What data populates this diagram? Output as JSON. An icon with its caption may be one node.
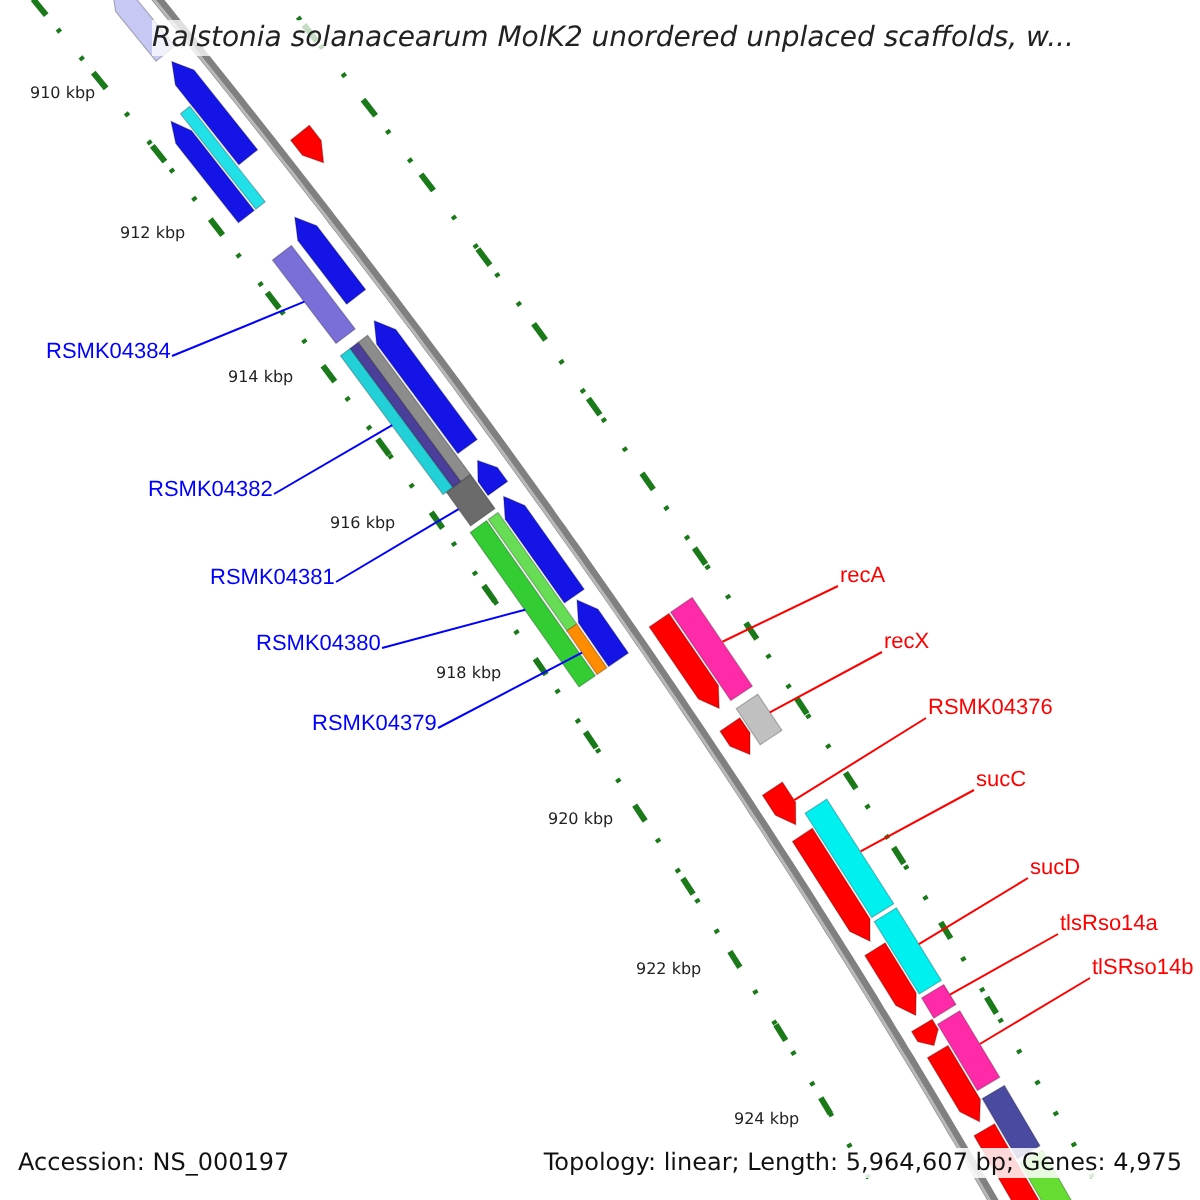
{
  "diagram": {
    "title": "Ralstonia solanacearum MolK2 unordered unplaced scaffolds, w...",
    "nodes": [
      {
        "text": [
          "RSMK04384"
        ]
      },
      {
        "text": [
          "RSMK04382"
        ]
      },
      {
        "text": [
          "RSMK04381"
        ]
      },
      {
        "text": [
          "RSMK04380"
        ]
      },
      {
        "text": [
          "RSMK04379"
        ]
      },
      {
        "text": [
          "recA"
        ]
      },
      {
        "text": [
          "recX"
        ]
      },
      {
        "text": [
          "RSMK04376"
        ]
      },
      {
        "text": [
          "sucC"
        ]
      },
      {
        "text": [
          "sucD"
        ]
      },
      {
        "text": [
          "tlsRso14a"
        ]
      },
      {
        "text": [
          "tlSRso14b"
        ]
      },
      {
        "text": [],
        "shape": "bar"
      },
      {
        "text": [],
        "shape": "bar"
      },
      {
        "text": [],
        "shape": "bar"
      },
      {
        "text": [],
        "shape": "bar"
      },
      {
        "text": [],
        "shape": "bar"
      },
      {
        "text": [],
        "shape": "bar"
      },
      {
        "text": [],
        "shape": "bar"
      },
      {
        "text": [],
        "shape": "bar"
      },
      {
        "text": [],
        "shape": "bar"
      },
      {
        "text": [],
        "shape": "bar"
      },
      {
        "text": [],
        "shape": "bar"
      },
      {
        "text": [],
        "shape": "bar"
      },
      {
        "text": [],
        "shape": "bar"
      },
      {
        "text": [],
        "shape": "bar"
      },
      {
        "text": [],
        "shape": "bar"
      },
      {
        "text": [],
        "shape": "bar"
      },
      {
        "text": [],
        "shape": "bar"
      },
      {
        "text": [],
        "shape": "bar"
      },
      {
        "text": [],
        "shape": "bar"
      },
      {
        "text": [],
        "shape": "bar"
      },
      {
        "text": [],
        "shape": "bar"
      },
      {
        "text": [],
        "shape": "bar"
      },
      {
        "text": [],
        "shape": "bar"
      },
      {
        "text": [],
        "shape": "bar"
      },
      {
        "text": [],
        "shape": "bar"
      },
      {
        "text": [],
        "shape": "bar"
      },
      {
        "text": [],
        "shape": "bar"
      },
      {
        "text": [],
        "shape": "bar"
      },
      {
        "text": [],
        "shape": "bar"
      },
      {
        "text": [],
        "shape": "bar"
      },
      {
        "text": [],
        "shape": "bar"
      },
      {
        "text": [],
        "shape": "bar"
      },
      {
        "text": [],
        "shape": "bar"
      },
      {
        "text": [],
        "shape": "bar"
      }
    ],
    "edges": [
      {
        "from": 0,
        "to": 18,
        "arrow": "none",
        "color": "#0000ff"
      },
      {
        "from": 1,
        "to": 22,
        "arrow": "none",
        "color": "#0000ff"
      },
      {
        "from": 2,
        "to": 24,
        "arrow": "none",
        "color": "#0000ff"
      },
      {
        "from": 3,
        "to": 27,
        "arrow": "none",
        "color": "#0000ff"
      },
      {
        "from": 4,
        "to": 29,
        "arrow": "none",
        "color": "#0000ff"
      },
      {
        "from": 5,
        "to": 31,
        "arrow": "none"
      },
      {
        "from": 6,
        "to": 32,
        "arrow": "none"
      },
      {
        "from": 7,
        "to": 34,
        "arrow": "none"
      },
      {
        "from": 8,
        "to": 35,
        "arrow": "none"
      },
      {
        "from": 9,
        "to": 37,
        "arrow": "none"
      },
      {
        "from": 10,
        "to": 39,
        "arrow": "none"
      },
      {
        "from": 11,
        "to": 41,
        "arrow": "none"
      }
    ],
    "labels": [
      "910 kbp",
      "912 kbp",
      "914 kbp",
      "916 kbp",
      "918 kbp",
      "920 kbp",
      "922 kbp",
      "924 kbp",
      "Accession: NS_000197",
      "Topology: linear; Length: 5,964,607 bp; Genes: 4,975"
    ]
  }
}
